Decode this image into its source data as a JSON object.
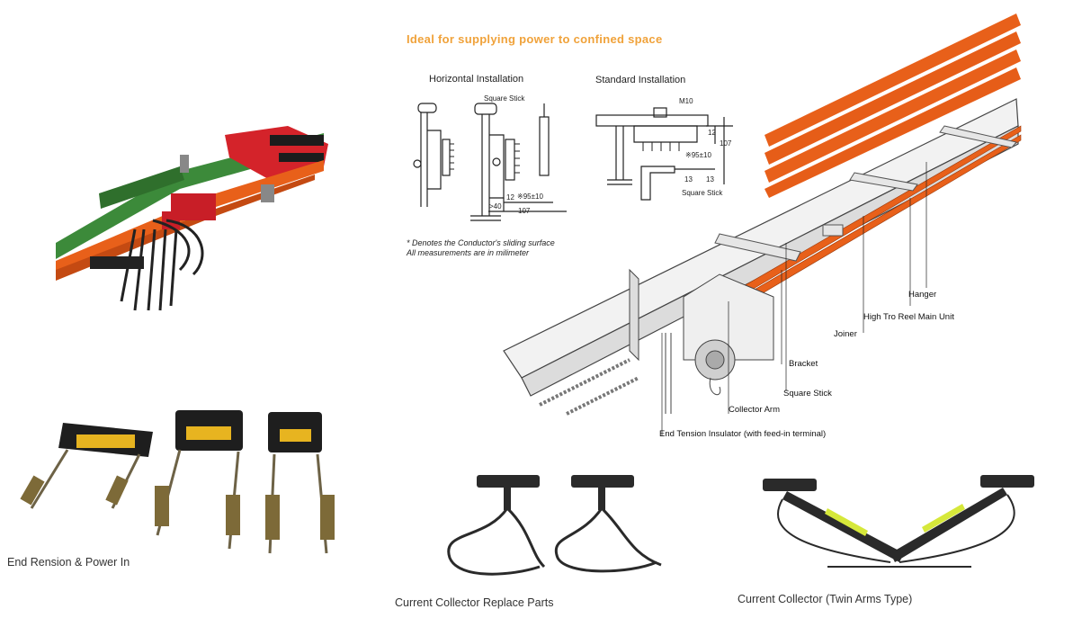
{
  "headline": "Ideal for supplying power to confined space",
  "installations": {
    "horizontal": "Horizontal Installation",
    "standard": "Standard Installation"
  },
  "dimensions": {
    "square_stick_1": "Square Stick",
    "square_stick_2": "Square Stick",
    "m10": "M10",
    "d_12_a": "12",
    "d_95_a": "※95±10",
    "d_40": ">40",
    "d_107_a": "107",
    "d_12_b": "12",
    "d_107_b": "107",
    "d_95_b": "※95±10",
    "d_13_a": "13",
    "d_13_b": "13"
  },
  "notes": [
    "* Denotes the Conductor's sliding surface",
    "All measurements are in milimeter"
  ],
  "callouts": {
    "hanger": "Hanger",
    "main_unit": "High Tro Reel Main Unit",
    "joiner": "Joiner",
    "bracket": "Bracket",
    "square_stick": "Square Stick",
    "collector_arm": "Collector Arm",
    "end_tension": "End Tension Insulator (with feed-in terminal)"
  },
  "captions": {
    "end_tension_power": "End Rension & Power In",
    "replace_parts": "Current Collector Replace Parts",
    "twin_arms": "Current Collector (Twin Arms Type)"
  },
  "colors": {
    "accent_orange": "#f0a23a",
    "conductor_orange": "#e8601a",
    "insulator_red": "#d4232a",
    "rail_green": "#3c8a3a",
    "collector_yellow": "#e7b420"
  }
}
